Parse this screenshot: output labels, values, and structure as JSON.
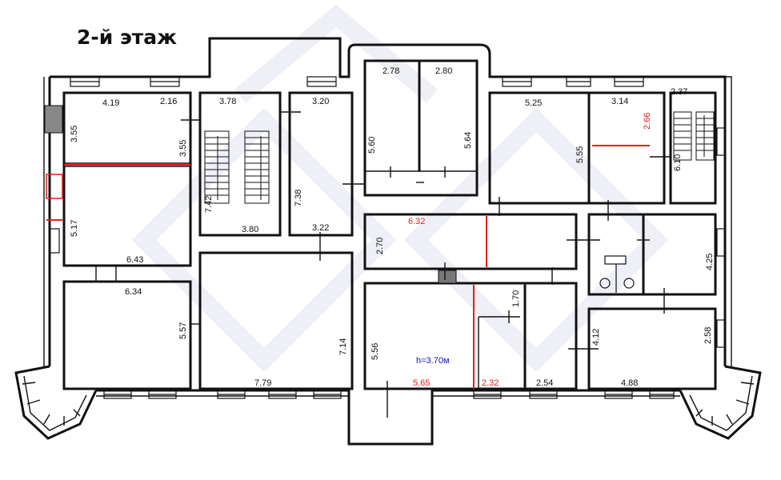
{
  "floor_title": "2-й этаж",
  "ceiling_height": "h=3.70м",
  "dimensions": {
    "d419": "4.19",
    "d216": "2.16",
    "d378": "3.78",
    "d320": "3.20",
    "d278": "2.78",
    "d280": "2.80",
    "d525": "5.25",
    "d314": "3.14",
    "d237": "2.37",
    "d355a": "3.55",
    "d355b": "3.55",
    "d560": "5.60",
    "d564": "5.64",
    "d555": "5.55",
    "d266": "2.66",
    "d610": "6.10",
    "d742": "7.42",
    "d738": "7.38",
    "d380": "3.80",
    "d322": "3.22",
    "d517": "5.17",
    "d632": "6.32",
    "d270": "2.70",
    "d643": "6.43",
    "d425": "4.25",
    "d634": "6.34",
    "d170": "1.70",
    "d557": "5.57",
    "d714": "7.14",
    "d556": "5.56",
    "d412": "4.12",
    "d258": "2.58",
    "d779": "7.79",
    "d565": "5.65",
    "d232": "2.32",
    "d254": "2.54",
    "d488": "4.88"
  }
}
